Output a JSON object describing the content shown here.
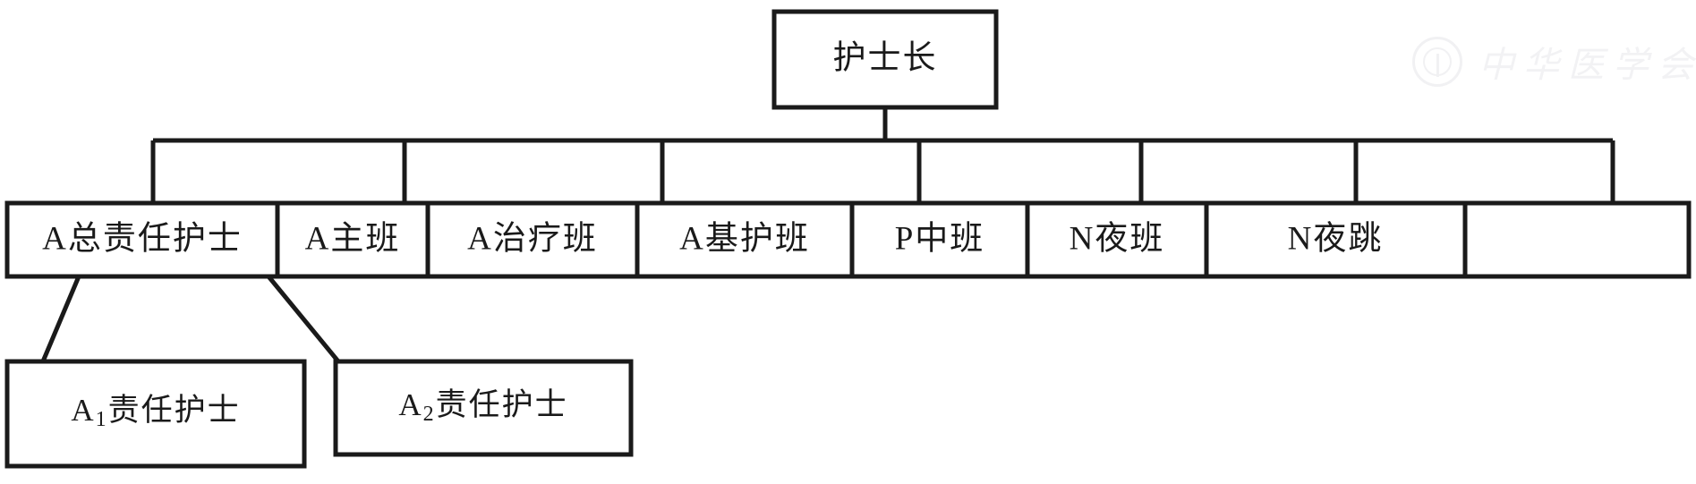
{
  "diagram": {
    "type": "organization-chart",
    "title_node": {
      "id": "head-nurse",
      "label": "护士长"
    },
    "shift_nodes": [
      {
        "id": "a-chief-responsible-nurse",
        "label": "A总责任护士"
      },
      {
        "id": "a-main-shift",
        "label": "A主班"
      },
      {
        "id": "a-treatment-shift",
        "label": "A治疗班"
      },
      {
        "id": "a-basic-care-shift",
        "label": "A基护班"
      },
      {
        "id": "p-middle-shift",
        "label": "P中班"
      },
      {
        "id": "n-night-shift",
        "label": "N夜班"
      },
      {
        "id": "n-night-relief-shift",
        "label": "N夜跳"
      }
    ],
    "responsible_nurse_nodes": [
      {
        "id": "a1-responsible-nurse",
        "prefix": "A",
        "subscript": "1",
        "suffix": "责任护士",
        "label": "A1责任护士"
      },
      {
        "id": "a2-responsible-nurse",
        "prefix": "A",
        "subscript": "2",
        "suffix": "责任护士",
        "label": "A2责任护士"
      }
    ],
    "colors": {
      "stroke": "#1a1a1a",
      "box_fill": "#ffffff",
      "background": "#ffffff",
      "watermark": "#f2f2f4"
    }
  },
  "watermark": {
    "text": "中华医学会",
    "seal_label": "circular-seal"
  }
}
